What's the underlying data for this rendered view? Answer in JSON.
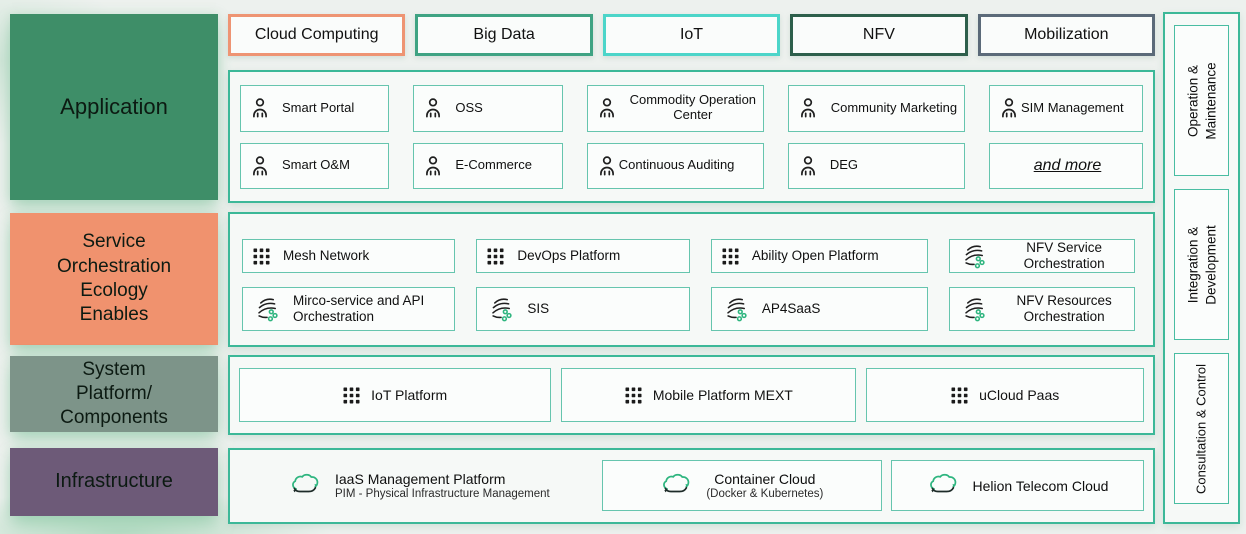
{
  "colors": {
    "container_border": "#3cb898",
    "item_border": "#66c5ae",
    "tab_cloud_computing": "#ee9473",
    "tab_big_data": "#3fa383",
    "tab_iot": "#4cd5c9",
    "tab_nfv": "#2d5f4b",
    "tab_mobilization": "#5b6a79",
    "block_application": "#3e8e68",
    "block_service": "#f0926e",
    "block_system": "#7d9489",
    "block_infrastructure": "#6d5a78",
    "icon_green": "#2eb57f",
    "icon_dark": "#1f1f1f"
  },
  "left_sections": {
    "application": {
      "label": "Application"
    },
    "service": {
      "label": "Service Orchestration Ecology Enables"
    },
    "system": {
      "label": "System Platform/ Components"
    },
    "infrastructure": {
      "label": "Infrastructure"
    }
  },
  "top_tabs": {
    "items": [
      {
        "label": "Cloud Computing"
      },
      {
        "label": "Big Data"
      },
      {
        "label": "IoT"
      },
      {
        "label": "NFV"
      },
      {
        "label": "Mobilization"
      }
    ]
  },
  "application": {
    "items": [
      {
        "label": "Smart Portal",
        "icon": "person"
      },
      {
        "label": "OSS",
        "icon": "person"
      },
      {
        "label": "Commodity Operation Center",
        "icon": "person"
      },
      {
        "label": "Community Marketing",
        "icon": "person"
      },
      {
        "label": "SIM Management",
        "icon": "person"
      },
      {
        "label": "Smart O&M",
        "icon": "person"
      },
      {
        "label": "E-Commerce",
        "icon": "person"
      },
      {
        "label": "Continuous Auditing",
        "icon": "person"
      },
      {
        "label": "DEG",
        "icon": "person"
      }
    ],
    "more_label": "and more"
  },
  "service": {
    "items": [
      {
        "label": "Mesh Network",
        "icon": "grid"
      },
      {
        "label": "DevOps Platform",
        "icon": "grid"
      },
      {
        "label": "Ability Open Platform",
        "icon": "grid"
      },
      {
        "label": "NFV Service Orchestration",
        "icon": "stream"
      },
      {
        "label": "Mirco-service and API Orchestration",
        "icon": "stream"
      },
      {
        "label": "SIS",
        "icon": "stream"
      },
      {
        "label": "AP4SaaS",
        "icon": "stream"
      },
      {
        "label": "NFV Resources Orchestration",
        "icon": "stream"
      }
    ]
  },
  "system": {
    "items": [
      {
        "label": "IoT Platform",
        "icon": "grid"
      },
      {
        "label": "Mobile Platform MEXT",
        "icon": "grid"
      },
      {
        "label": "uCloud Paas",
        "icon": "grid"
      }
    ]
  },
  "infrastructure": {
    "items": [
      {
        "title": "IaaS Management Platform",
        "subtitle": "PIM - Physical Infrastructure Management",
        "icon": "cloud-sync",
        "boxed": false
      },
      {
        "title": "Container Cloud",
        "subtitle": "(Docker & Kubernetes)",
        "icon": "cloud-sync",
        "boxed": true
      },
      {
        "title": "Helion Telecom Cloud",
        "subtitle": "",
        "icon": "cloud-sync",
        "boxed": true
      }
    ]
  },
  "right_sidebar": {
    "items": [
      {
        "label": "Operation & Maintenance"
      },
      {
        "label": "Integration & Development"
      },
      {
        "label": "Consultation & Control"
      }
    ]
  }
}
